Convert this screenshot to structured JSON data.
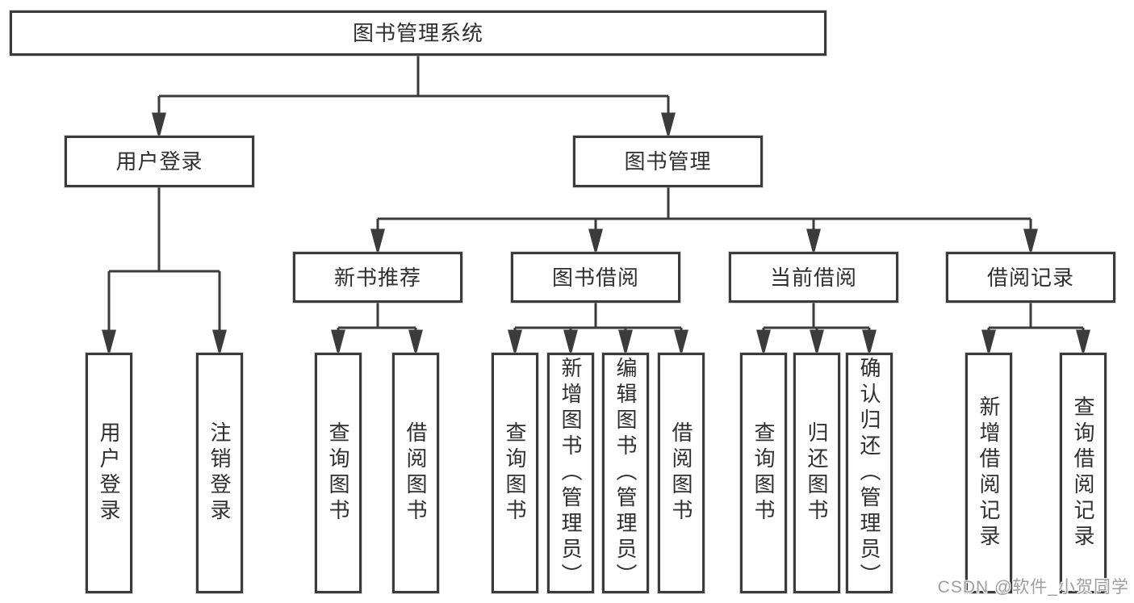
{
  "colors": {
    "line": "#3b3b3b",
    "box_border": "#3b3b3b",
    "text": "#2f2f2f",
    "watermark": "#9e9e9e",
    "background": "#ffffff"
  },
  "nodes": {
    "root": "图书管理系统",
    "user_login": "用户登录",
    "book_mgmt": "图书管理",
    "new_book": "新书推荐",
    "book_borrow": "图书借阅",
    "current_borrow": "当前借阅",
    "borrow_record": "借阅记录",
    "leaves": {
      "user_login_1": "用户登录",
      "user_login_2": "注销登录",
      "new_book_1": "查询图书",
      "new_book_2": "借阅图书",
      "book_borrow_1": "查询图书",
      "book_borrow_2": "新增图书（管理员）",
      "book_borrow_3": "编辑图书（管理员）",
      "book_borrow_4": "借阅图书",
      "current_1": "查询图书",
      "current_2": "归还图书",
      "current_3": "确认归还（管理员）",
      "record_1": "新增借阅记录",
      "record_2": "查询借阅记录"
    }
  },
  "watermark": "CSDN @软件_小贺同学"
}
